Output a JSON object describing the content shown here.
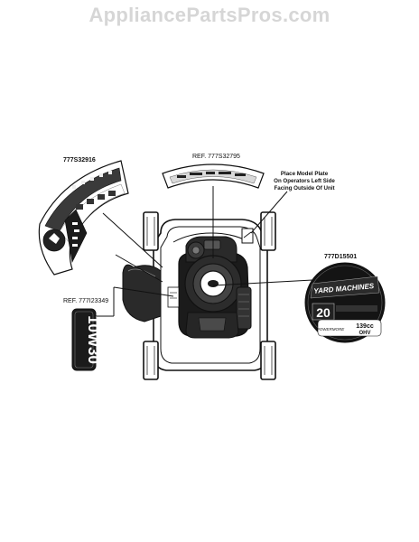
{
  "watermark": "AppliancePartsPros.com",
  "callouts": {
    "decal_left": "777S32916",
    "decal_top": "REF. 777S32795",
    "model_plate_lines": [
      "Place Model Plate",
      "On Operators Left Side",
      "Facing Outside Of Unit"
    ],
    "oil_label": "REF. 777I23349",
    "badge": "777D15501"
  },
  "oil_decal": {
    "text": "10W30"
  },
  "badge_decal": {
    "brand": "YARD MACHINES",
    "size": "20",
    "engine_brand": "POWERMORE",
    "displacement": "139cc",
    "engine_type": "OHV"
  },
  "colors": {
    "ink": "#111111",
    "watermark": "#d6d6d6",
    "badge_black": "#141414"
  }
}
